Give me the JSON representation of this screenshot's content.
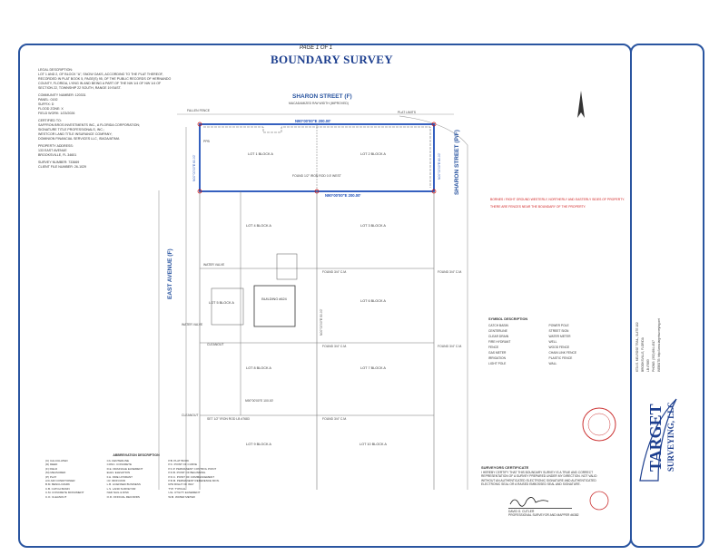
{
  "page_label": "PAGE 1 OF 1",
  "title": "BOUNDARY SURVEY",
  "legal": {
    "description_label": "LEGAL DESCRIPTION:",
    "description": "LOT 1 AND 2, OF BLOCK \"A\", SNOW OAKS, ACCORDING TO THE PLAT THEREOF, RECORDED IN PLAT BOOK 5, PAGE(S) 95, OF THE PUBLIC RECORDS OF HERNANDO COUNTY, FLORIDA, LYING IN AND BEING A PART OF THE NW 1/4 OF NW 1/4 OF SECTION 22, TOWNSHIP 22 SOUTH, RANGE 19 EAST.",
    "community": "COMMUNITY NUMBER: 120331",
    "panel": "PANEL: 0192",
    "suffix": "SUFFIX: D",
    "flood_zone": "FLOOD ZONE: X",
    "field_work": "FIELD WORK: 1/23/2026",
    "certified_label": "CERTIFIED TO:",
    "certified_1": "SAFFRON BROS INVESTMENTS INC., A FLORIDA CORPORATION;",
    "certified_2": "SIGNATURE TITLE PROFESSIONALS, INC.;",
    "certified_3": "WESTCOR LAND TITLE INSURANCE COMPANY;",
    "certified_4": "DOMINION FINANCIAL SERVICES LLC, ISAOA/ATIMA",
    "address_label": "PROPERTY ADDRESS:",
    "address_1": "133 EAST AVENUE",
    "address_2": "BROOKSVILLE, FL 34601",
    "survey_number": "SURVEY NUMBER: 733669",
    "client_file": "CLIENT FILE NUMBER: 26-1029"
  },
  "streets": {
    "north": "SHARON STREET (F)",
    "north_note": "MACADAMIZED R/W WIDTH (IMPROVED)",
    "east": "SHARON STREET (P/F)",
    "west": "EAST AVENUE (F)"
  },
  "bearings": {
    "north": "N90°00'00\"E 200.00'",
    "middle": "N90°00'00\"E 200.00'",
    "south": "N90°00'00\"E 100.00'",
    "west_upper": "N00°00'00\"E 60.00'",
    "east_upper": "N00°00'00\"E 60.00'",
    "center_vertical": "N00°00'00\"E 50.00'"
  },
  "lots": {
    "lot1": "LOT 1 BLOCK A",
    "lot2": "LOT 2 BLOCK A",
    "lot3": "LOT 3 BLOCK A",
    "lot4": "LOT 4 BLOCK A",
    "lot5": "LOT 5 BLOCK A",
    "lot6": "LOT 6 BLOCK A",
    "lot7": "LOT 7 BLOCK A",
    "lot8": "LOT 8 BLOCK A",
    "lot9": "LOT 9 BLOCK A",
    "lot10": "LOT 10 BLOCK A"
  },
  "building": "BUILDING #624",
  "found_labels": {
    "f1": "FOUND 1/2\" IRON ROD 0.5' WEST",
    "f2": "FOUND 3/4\" C.M.",
    "f3": "FOUND 3/4\" C.M.",
    "f4": "FOUND 3/4\" C.M.",
    "f5": "FOUND 3/4\" C.M.",
    "f6": "FOUND 3/4\" C.M.",
    "set_rod": "SET 1/2\" IRON ROD LB #7683"
  },
  "misc_labels": {
    "fallen_fence": "FALLEN FENCE",
    "plat_limits": "PLAT LIMITS",
    "water_valve": "WATER VALVE",
    "water_valve2": "WATER VALVE",
    "cleanout": "CLEANOUT",
    "cleanout2": "CLEANOUT",
    "ppb": "PPB"
  },
  "red_notes": {
    "line1": "BORNES / RIGHT GROUND WESTERLY, NORTHERLY AND EASTERLY SIDES OF PROPERTY.",
    "line2": "THERE ARE FENCES NEAR THE BOUNDARY OF THE PROPERTY."
  },
  "symbols": {
    "header": "SYMBOL DESCRIPTION",
    "items": [
      "CATCH BASIN",
      "CENTERLINE",
      "CLEAR DRAIN",
      "FIRE HYDRANT",
      "FENCE",
      "GAS METER",
      "IRRIGATION",
      "LIGHT POLE",
      "POWER POLE",
      "STREET SIGN",
      "WATER METER",
      "WELL",
      "WOOD FENCE",
      "CHAIN LINK FENCE",
      "PLASTIC FENCE",
      "WALL"
    ]
  },
  "abbreviations": {
    "header": "ABBREVIATION DESCRIPTION",
    "items": [
      "(C) CALCULATED",
      "(D) DEED",
      "(F) FIELD",
      "(M) MEASURED",
      "(P) PLAT",
      "A/C AIR CONDITIONER",
      "B.M. BENCH MARK",
      "C.B. CATCH BASIN",
      "C.M. CONCRETE MONUMENT",
      "C.O. CLEANOUT",
      "C/L CENTERLINE",
      "CONC. CONCRETE",
      "D.E. DRAINAGE EASEMENT",
      "ELEV. ELEVATION",
      "F.H. FIRE HYDRANT",
      "I.R. IRON ROD",
      "L.B. LICENSED BUSINESS",
      "L.S. LAND SURVEYOR",
      "N&D NAIL & DISK",
      "O.R. OFFICIAL RECORDS",
      "P.B. PLAT BOOK",
      "P.C. POINT OF CURVE",
      "P.C.P. PERMANENT CONTROL POINT",
      "P.O.B. POINT OF BEGINNING",
      "P.O.C. POINT OF COMMENCEMENT",
      "P.R.M. PERMANENT REFERENCE MON.",
      "R/W RIGHT OF WAY",
      "TYP. TYPICAL",
      "U.E. UTILITY EASEMENT",
      "W.M. WATER METER"
    ]
  },
  "certificate": {
    "header": "SURVEYORS CERTIFICATE",
    "text": "I HEREBY CERTIFY THAT THIS BOUNDARY SURVEY IS A TRUE AND CORRECT REPRESENTATION OF A SURVEY PREPARED UNDER MY DIRECTION. NOT VALID WITHOUT AN AUTHENTICATED ELECTRONIC SIGNATURE AND AUTHENTICATED ELECTRONIC SEAL OR A RAISED EMBOSSED SEAL AND SIGNATURE.",
    "signer": "DAVID G. CUTLER",
    "signer_title": "PROFESSIONAL SURVEYOR AND MAPPER #6382"
  },
  "company": {
    "name_1": "TARGET",
    "name_2": "SURVEYING, LLC",
    "address": "6724 E. MELROSE TRAIL, SUITE 102",
    "city": "BROOKSVILLE, FLORIDA",
    "license": "LB #7683",
    "phone": "PHONE: (352) 684-4317",
    "web": "WEBSITE: http://www.targetsurveying.net"
  },
  "colors": {
    "border": "#2a55a0",
    "title": "#1d3f8f",
    "red_note": "#d02020",
    "survey_line": "#1f4fb8"
  }
}
